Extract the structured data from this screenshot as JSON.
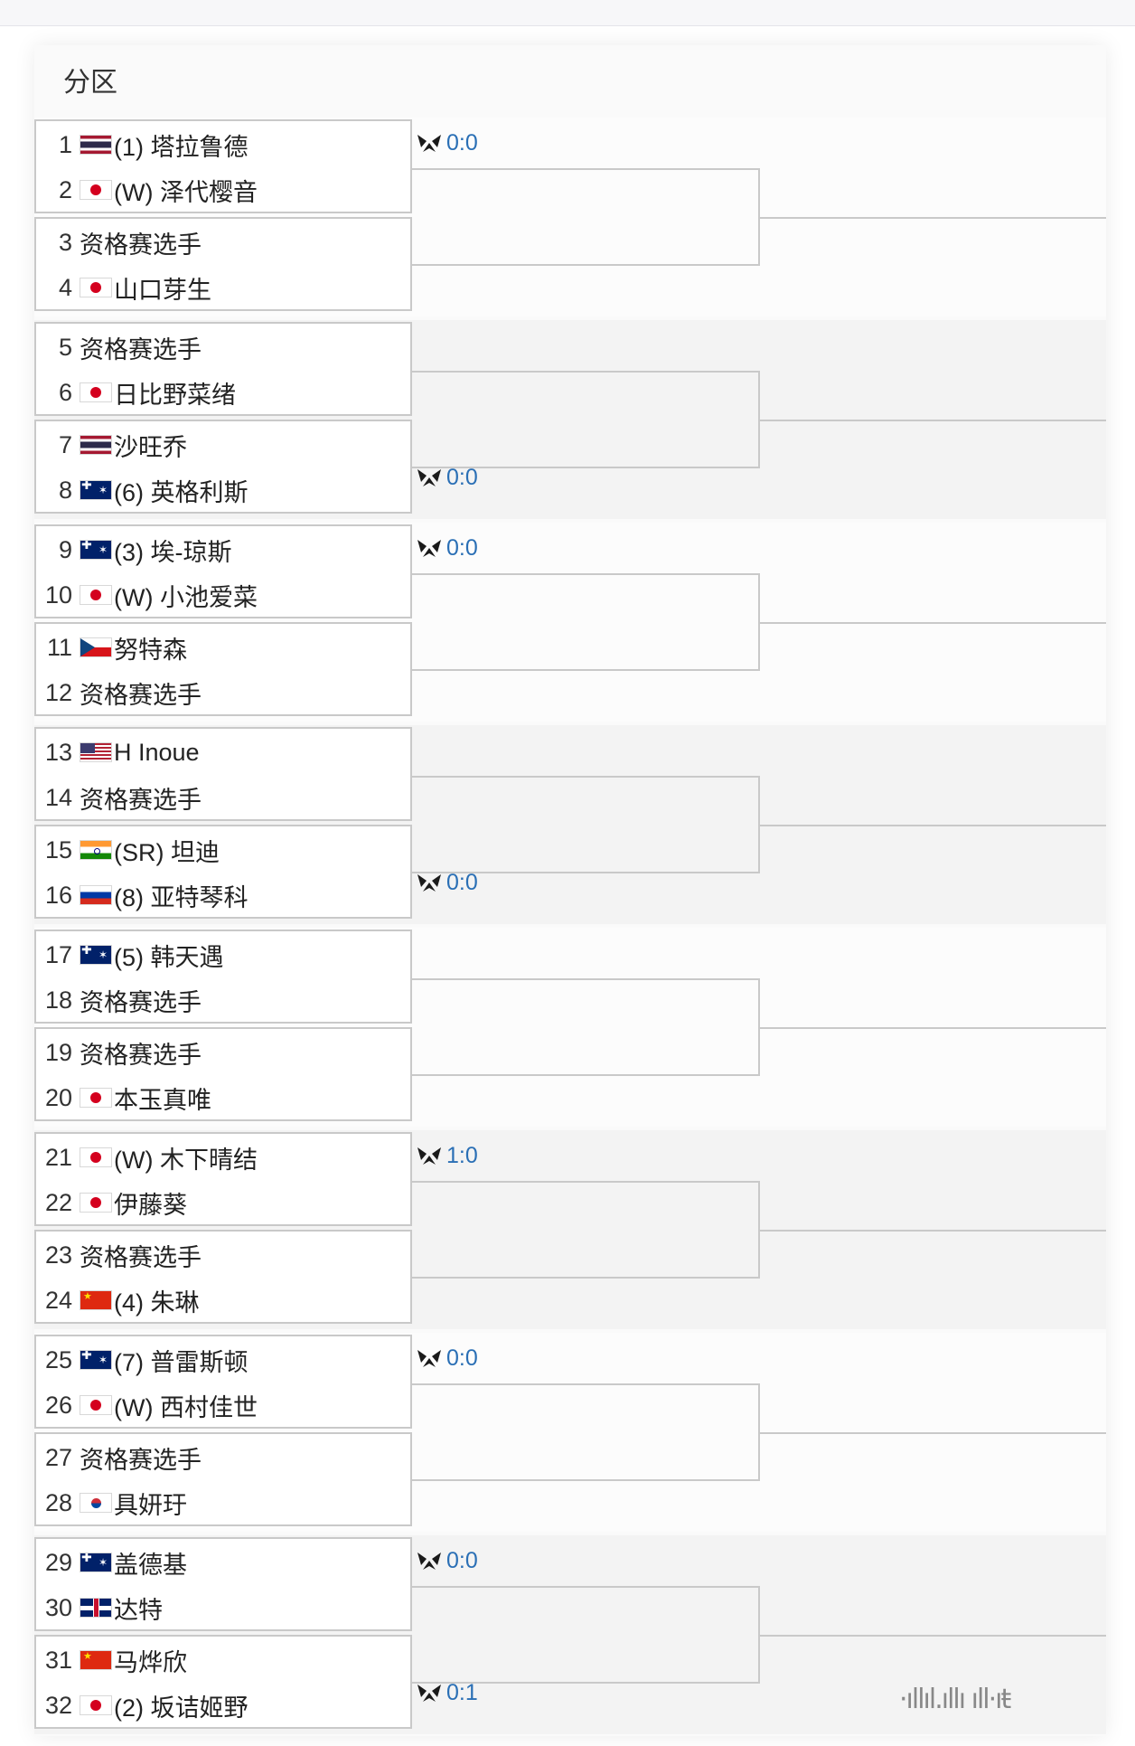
{
  "section_title": "分区",
  "colors": {
    "score": "#2a6fb5",
    "border": "#c9c9c9"
  },
  "score_icon": "tennis-shuttle-icon",
  "watermark": "·ıllıl.ıllı ıll·ıŧ",
  "matches": [
    {
      "players": [
        {
          "num": "1",
          "flag": "th",
          "name": "(1) 塔拉鲁德"
        },
        {
          "num": "2",
          "flag": "jp",
          "name": "(W) 泽代樱音"
        }
      ],
      "score": "0:0",
      "score_row": 0
    },
    {
      "players": [
        {
          "num": "3",
          "flag": "",
          "name": "资格赛选手"
        },
        {
          "num": "4",
          "flag": "jp",
          "name": "山口芽生"
        }
      ],
      "score": "",
      "score_row": 0
    },
    {
      "players": [
        {
          "num": "5",
          "flag": "",
          "name": "资格赛选手"
        },
        {
          "num": "6",
          "flag": "jp",
          "name": "日比野菜绪"
        }
      ],
      "score": "",
      "score_row": 0
    },
    {
      "players": [
        {
          "num": "7",
          "flag": "th",
          "name": "沙旺乔"
        },
        {
          "num": "8",
          "flag": "au",
          "name": "(6) 英格利斯"
        }
      ],
      "score": "0:0",
      "score_row": 0
    },
    {
      "players": [
        {
          "num": "9",
          "flag": "au",
          "name": "(3) 埃-琼斯"
        },
        {
          "num": "10",
          "flag": "jp",
          "name": "(W) 小池爱菜"
        }
      ],
      "score": "0:0",
      "score_row": 0
    },
    {
      "players": [
        {
          "num": "11",
          "flag": "cz",
          "name": "努特森"
        },
        {
          "num": "12",
          "flag": "",
          "name": "资格赛选手"
        }
      ],
      "score": "",
      "score_row": 0
    },
    {
      "players": [
        {
          "num": "13",
          "flag": "us",
          "name": "H Inoue"
        },
        {
          "num": "14",
          "flag": "",
          "name": "资格赛选手"
        }
      ],
      "score": "",
      "score_row": 0
    },
    {
      "players": [
        {
          "num": "15",
          "flag": "in",
          "name": "(SR) 坦迪"
        },
        {
          "num": "16",
          "flag": "ru",
          "name": "(8) 亚特琴科"
        }
      ],
      "score": "0:0",
      "score_row": 0
    },
    {
      "players": [
        {
          "num": "17",
          "flag": "au",
          "name": "(5) 韩天遇"
        },
        {
          "num": "18",
          "flag": "",
          "name": "资格赛选手"
        }
      ],
      "score": "",
      "score_row": 0
    },
    {
      "players": [
        {
          "num": "19",
          "flag": "",
          "name": "资格赛选手"
        },
        {
          "num": "20",
          "flag": "jp",
          "name": "本玉真唯"
        }
      ],
      "score": "",
      "score_row": 0
    },
    {
      "players": [
        {
          "num": "21",
          "flag": "jp",
          "name": "(W) 木下晴结"
        },
        {
          "num": "22",
          "flag": "jp",
          "name": "伊藤葵"
        }
      ],
      "score": "1:0",
      "score_row": 0
    },
    {
      "players": [
        {
          "num": "23",
          "flag": "",
          "name": "资格赛选手"
        },
        {
          "num": "24",
          "flag": "cn",
          "name": "(4) 朱琳"
        }
      ],
      "score": "",
      "score_row": 0
    },
    {
      "players": [
        {
          "num": "25",
          "flag": "au",
          "name": "(7) 普雷斯顿"
        },
        {
          "num": "26",
          "flag": "jp",
          "name": "(W) 西村佳世"
        }
      ],
      "score": "0:0",
      "score_row": 0
    },
    {
      "players": [
        {
          "num": "27",
          "flag": "",
          "name": "资格赛选手"
        },
        {
          "num": "28",
          "flag": "kr",
          "name": "具妍玗"
        }
      ],
      "score": "",
      "score_row": 0
    },
    {
      "players": [
        {
          "num": "29",
          "flag": "au",
          "name": "盖德基"
        },
        {
          "num": "30",
          "flag": "gb",
          "name": "达特"
        }
      ],
      "score": "0:0",
      "score_row": 0
    },
    {
      "players": [
        {
          "num": "31",
          "flag": "cn",
          "name": "马烨欣"
        },
        {
          "num": "32",
          "flag": "jp",
          "name": "(2) 坂诘姬野"
        }
      ],
      "score": "0:1",
      "score_row": 0
    }
  ]
}
